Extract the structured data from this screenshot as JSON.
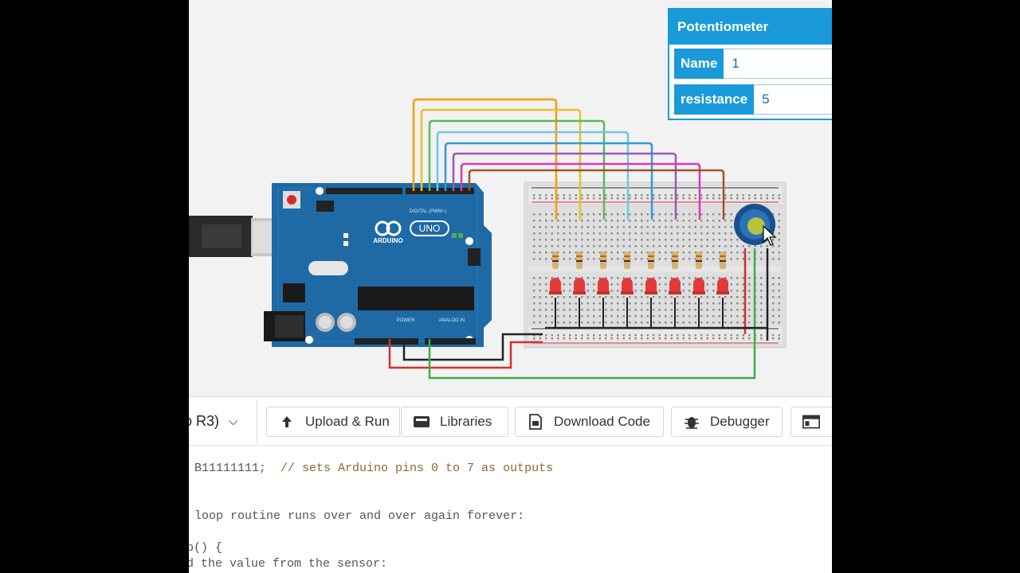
{
  "inspector": {
    "title": "Potentiometer",
    "fields": [
      {
        "label": "Name",
        "value": "1"
      },
      {
        "label": "resistance",
        "value": "5"
      }
    ]
  },
  "board": {
    "brand": "ARDUINO",
    "model": "UNO",
    "header_digital": "DIGITAL (PWM~)",
    "header_power": "POWER",
    "header_analog": "ANALOG IN"
  },
  "wire_colors": [
    "#f39c12",
    "#e6c229",
    "#5cb85c",
    "#6ec6e6",
    "#3498db",
    "#9b59b6",
    "#d63ab8",
    "#a0522d"
  ],
  "toolbar": {
    "board_select": "o R3)",
    "buttons": [
      {
        "label": "Upload & Run",
        "icon": "upload-arrow-icon"
      },
      {
        "label": "Libraries",
        "icon": "libraries-box-icon"
      },
      {
        "label": "Download Code",
        "icon": "download-file-icon"
      },
      {
        "label": "Debugger",
        "icon": "bug-icon"
      },
      {
        "label": "",
        "icon": "serial-monitor-icon"
      }
    ]
  },
  "code": {
    "lines": [
      {
        "text": "B11111111;",
        "comment": "  // sets Arduino pins 0 to 7 as outputs"
      },
      {
        "text": "loop routine runs over and over again forever:",
        "comment": ""
      },
      {
        "text": "p() {",
        "comment": ""
      },
      {
        "text": "d the value from the sensor:",
        "comment": ""
      }
    ]
  }
}
